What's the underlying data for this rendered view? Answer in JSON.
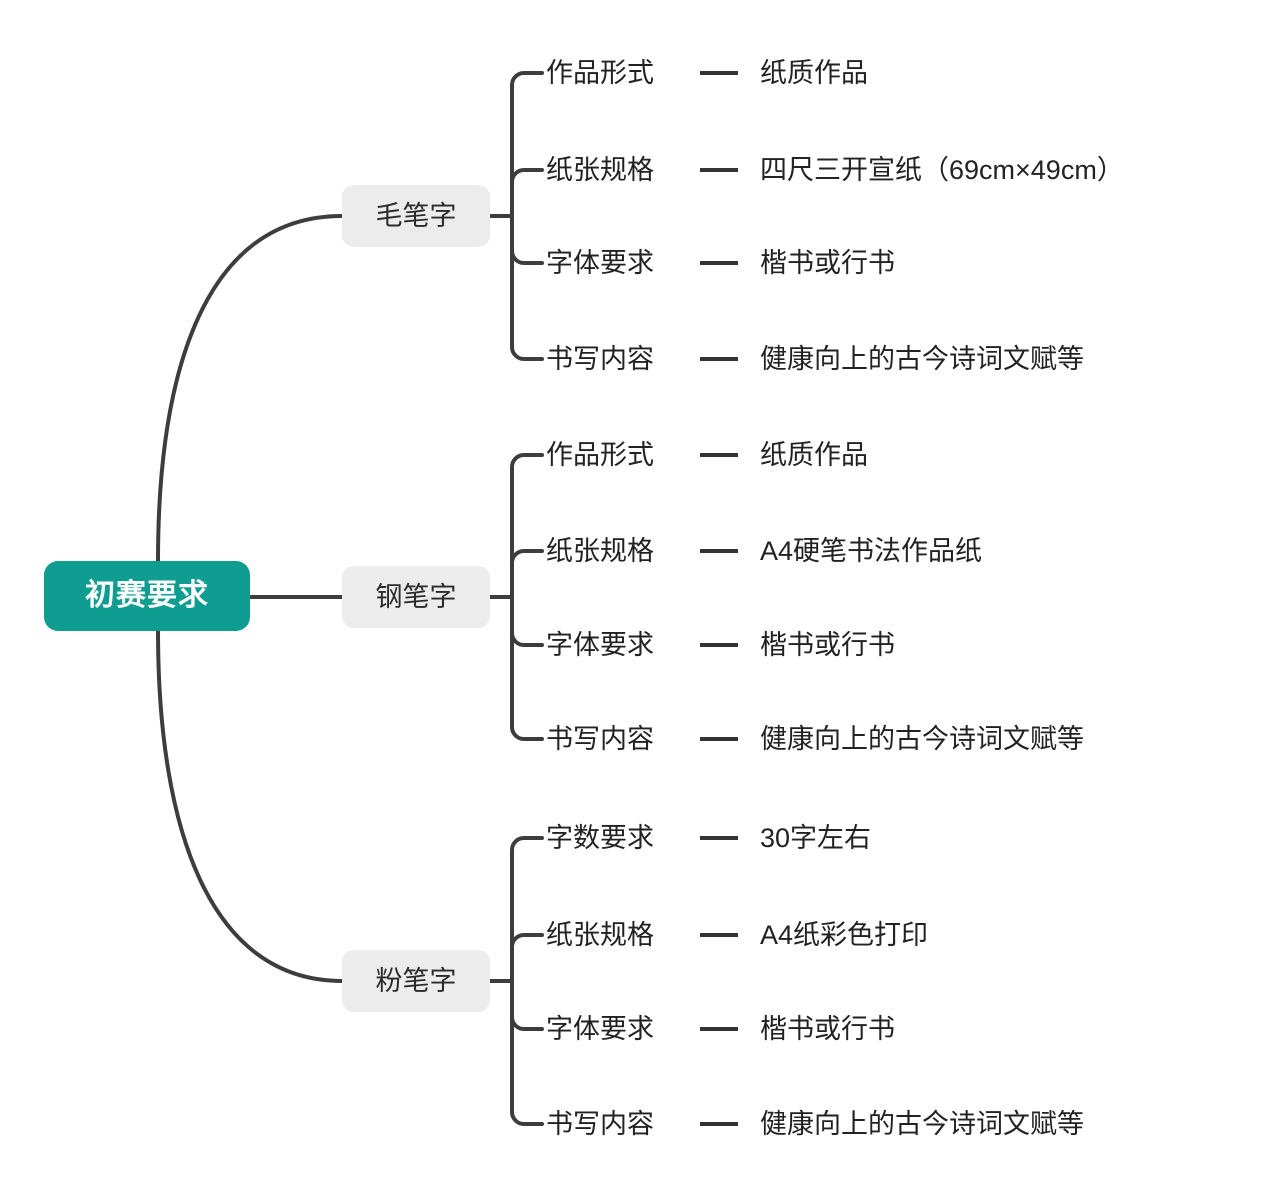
{
  "diagram": {
    "type": "mindmap",
    "title": "初赛要求",
    "root": {
      "label": "初赛要求",
      "color": "#0f9c91",
      "text_color": "#ffffff"
    },
    "branch_style": {
      "background": "#ececec",
      "text_color": "#2b2b2b"
    },
    "connector_color": "#3d3d3d",
    "background": "#ffffff",
    "branches": [
      {
        "label": "毛笔字",
        "leaves": [
          {
            "key": "作品形式",
            "separator": "—",
            "value": "纸质作品"
          },
          {
            "key": "纸张规格",
            "separator": "—",
            "value": "四尺三开宣纸（69cm×49cm）"
          },
          {
            "key": "字体要求",
            "separator": "—",
            "value": "楷书或行书"
          },
          {
            "key": "书写内容",
            "separator": "—",
            "value": "健康向上的古今诗词文赋等"
          }
        ]
      },
      {
        "label": "钢笔字",
        "leaves": [
          {
            "key": "作品形式",
            "separator": "—",
            "value": "纸质作品"
          },
          {
            "key": "纸张规格",
            "separator": "—",
            "value": "A4硬笔书法作品纸"
          },
          {
            "key": "字体要求",
            "separator": "—",
            "value": "楷书或行书"
          },
          {
            "key": "书写内容",
            "separator": "—",
            "value": "健康向上的古今诗词文赋等"
          }
        ]
      },
      {
        "label": "粉笔字",
        "leaves": [
          {
            "key": "字数要求",
            "separator": "—",
            "value": "30字左右"
          },
          {
            "key": "纸张规格",
            "separator": "—",
            "value": "A4纸彩色打印"
          },
          {
            "key": "字体要求",
            "separator": "—",
            "value": "楷书或行书"
          },
          {
            "key": "书写内容",
            "separator": "—",
            "value": "健康向上的古今诗词文赋等"
          }
        ]
      }
    ]
  }
}
